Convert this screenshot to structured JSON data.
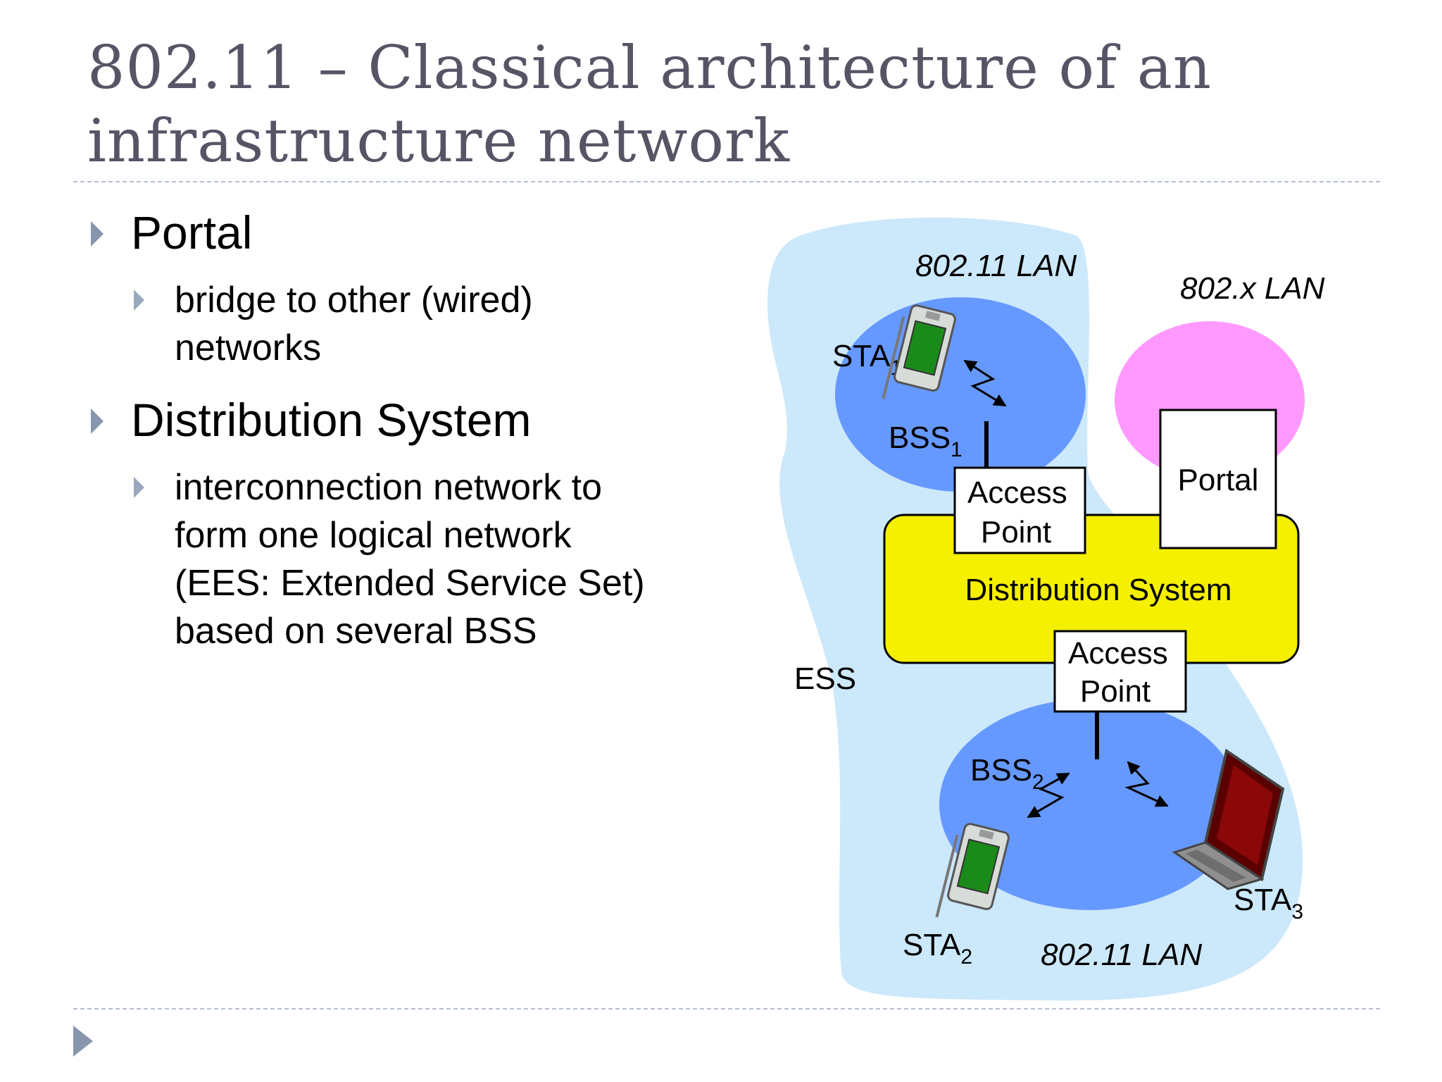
{
  "slide": {
    "title_line1": "802.11 – Classical architecture of an",
    "title_line2": "infrastructure network"
  },
  "bullets": [
    {
      "text": "Portal",
      "sub": [
        "bridge to other (wired)",
        "networks"
      ]
    },
    {
      "text": "Distribution System",
      "sub": [
        "interconnection network to",
        "form one logical network",
        "(EES: Extended Service Set)",
        "based on several BSS"
      ]
    }
  ],
  "diagram": {
    "lan_top": "802.11 LAN",
    "lan_bottom": "802.11 LAN",
    "lan_x": "802.x LAN",
    "sta1": "STA",
    "sta1_sub": "1",
    "sta2": "STA",
    "sta2_sub": "2",
    "sta3": "STA",
    "sta3_sub": "3",
    "bss1": "BSS",
    "bss1_sub": "1",
    "bss2": "BSS",
    "bss2_sub": "2",
    "ap_line1": "Access",
    "ap_line2": "Point",
    "portal": "Portal",
    "distribution_system": "Distribution System",
    "ess": "ESS",
    "colors": {
      "ess_region": "#cce8fb",
      "bss_region": "#6699ff",
      "lan_x_region": "#ff99ff",
      "distribution_system": "#f5ef00",
      "pda_screen": "#1a8a1a",
      "laptop_screen": "#5a0000"
    },
    "icons": [
      "pda-icon",
      "laptop-icon",
      "radio-link-icon"
    ]
  }
}
